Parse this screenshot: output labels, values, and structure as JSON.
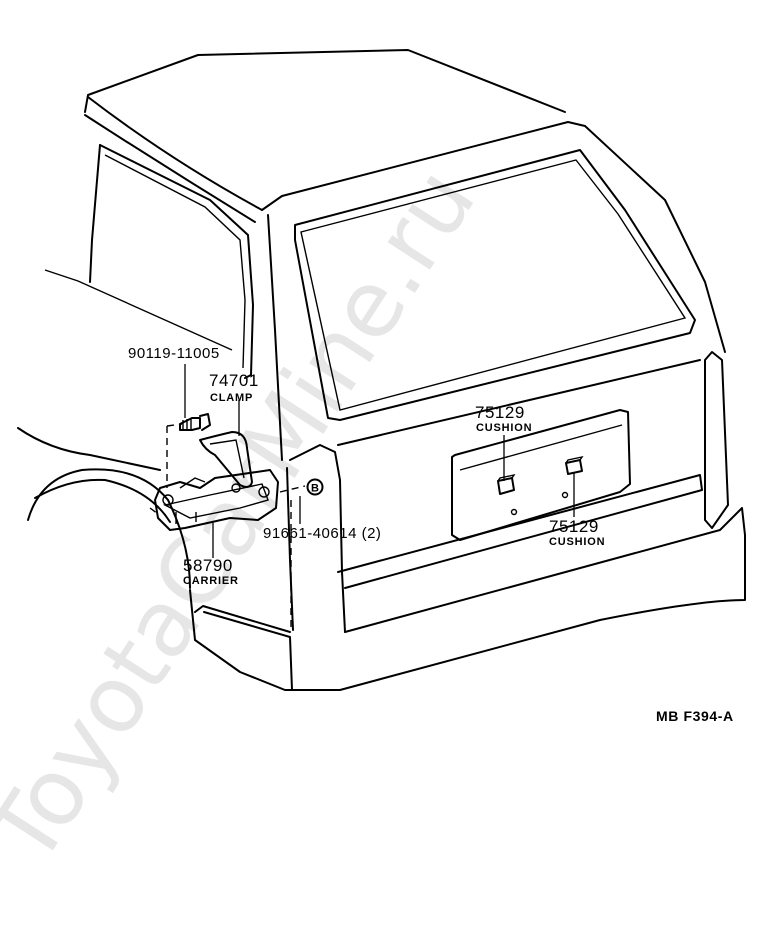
{
  "watermark": "ToyotaCarMine.ru",
  "figure_code": "MB  F394-A",
  "parts": {
    "bolt": {
      "number": "90119-11005"
    },
    "clamp": {
      "number": "74701",
      "name": "CLAMP"
    },
    "carrier": {
      "number": "58790",
      "name": "CARRIER"
    },
    "screw": {
      "number": "91661-40614 (2)",
      "marker": "B"
    },
    "cushion_upper": {
      "number": "75129",
      "name": "CUSHION"
    },
    "cushion_lower": {
      "number": "75129",
      "name": "CUSHION"
    }
  }
}
